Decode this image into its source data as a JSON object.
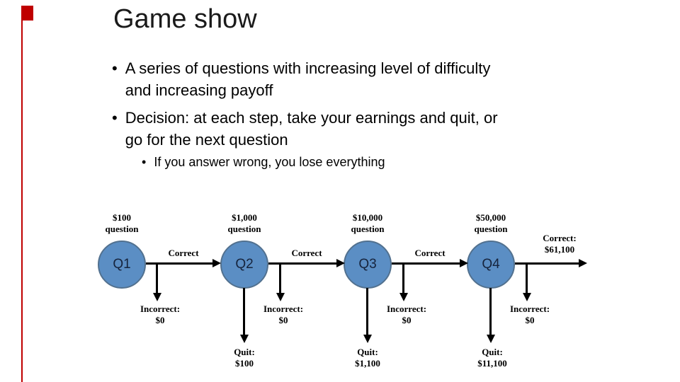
{
  "title": "Game show",
  "bullet_char": "•",
  "bullets": {
    "b1": "A series of questions with increasing level of difficulty\nand increasing payoff",
    "b2": "Decision: at each step, take your earnings and quit, or\ngo for the next question",
    "sub": "If you answer wrong, you lose everything"
  },
  "accent": {
    "color": "#BF0000"
  },
  "diagram": {
    "type": "decision-flow",
    "colors": {
      "node_fill": "#5B8EC4",
      "node_border": "#52718f",
      "line": "#000000"
    },
    "correct_label": "Correct",
    "incorrect": {
      "line1": "Incorrect:",
      "line2": "$0"
    },
    "final": {
      "line1": "Correct:",
      "line2": "$61,100"
    },
    "nodes": [
      {
        "id": "Q1",
        "prize": "$100",
        "caption": "question"
      },
      {
        "id": "Q2",
        "prize": "$1,000",
        "caption": "question"
      },
      {
        "id": "Q3",
        "prize": "$10,000",
        "caption": "question"
      },
      {
        "id": "Q4",
        "prize": "$50,000",
        "caption": "question"
      }
    ],
    "quits": [
      {
        "line1": "Quit:",
        "line2": "$100"
      },
      {
        "line1": "Quit:",
        "line2": "$1,100"
      },
      {
        "line1": "Quit:",
        "line2": "$11,100"
      }
    ]
  }
}
